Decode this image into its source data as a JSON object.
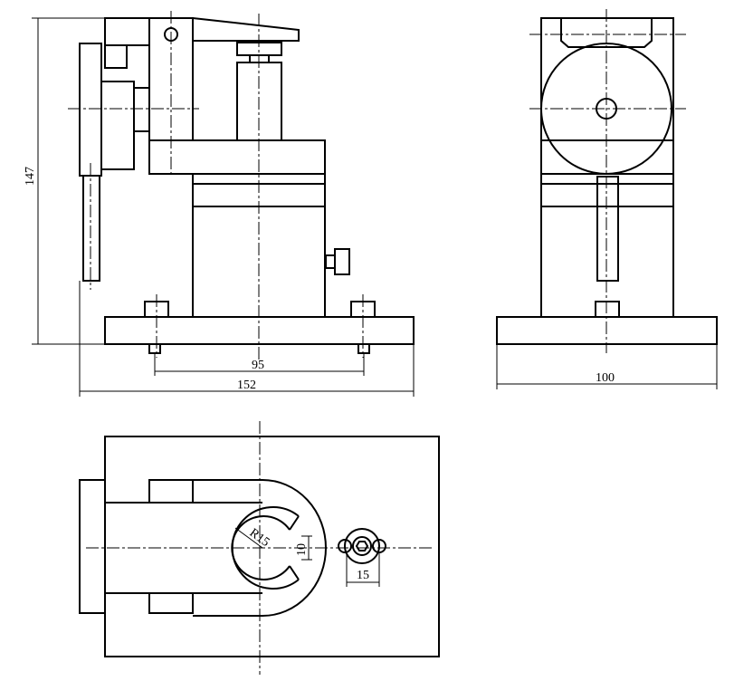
{
  "dimensions": {
    "height_147": "147",
    "bolt_spacing_95": "95",
    "base_length_152": "152",
    "base_width_100": "100",
    "radius_R15": "R15",
    "slot_10": "10",
    "nut_15": "15"
  },
  "colors": {
    "line": "#000000",
    "background": "#ffffff"
  }
}
